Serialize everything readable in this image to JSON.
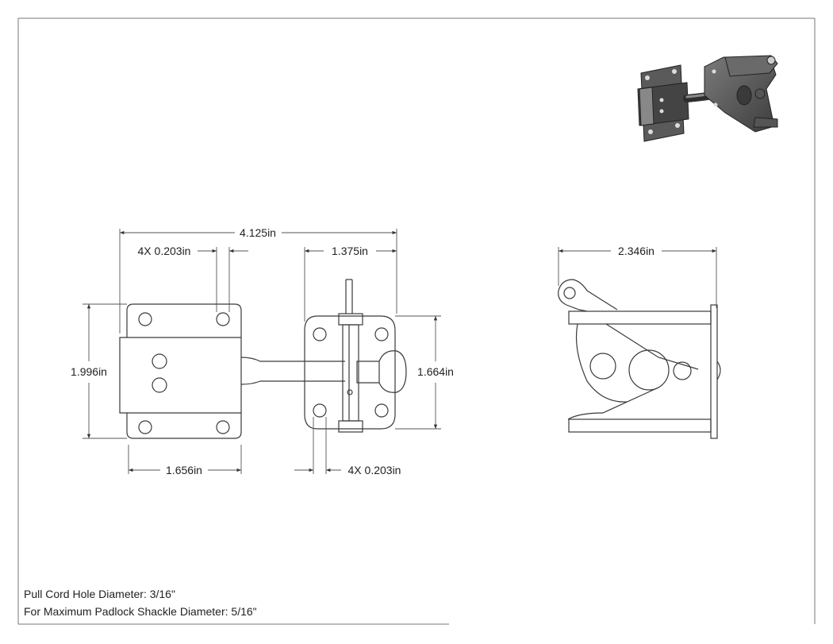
{
  "dimensions": {
    "overall_length": "4.125in",
    "hole_dia_left": "4X 0.203in",
    "keeper_width": "1.375in",
    "overall_height": "1.996in",
    "keeper_height": "1.664in",
    "hole_spacing": "1.656in",
    "hole_dia_right": "4X 0.203in",
    "side_depth": "2.346in"
  },
  "notes": {
    "pull_cord": "Pull Cord Hole Diameter: 3/16\"",
    "padlock": "For Maximum Padlock Shackle Diameter: 5/16\""
  }
}
